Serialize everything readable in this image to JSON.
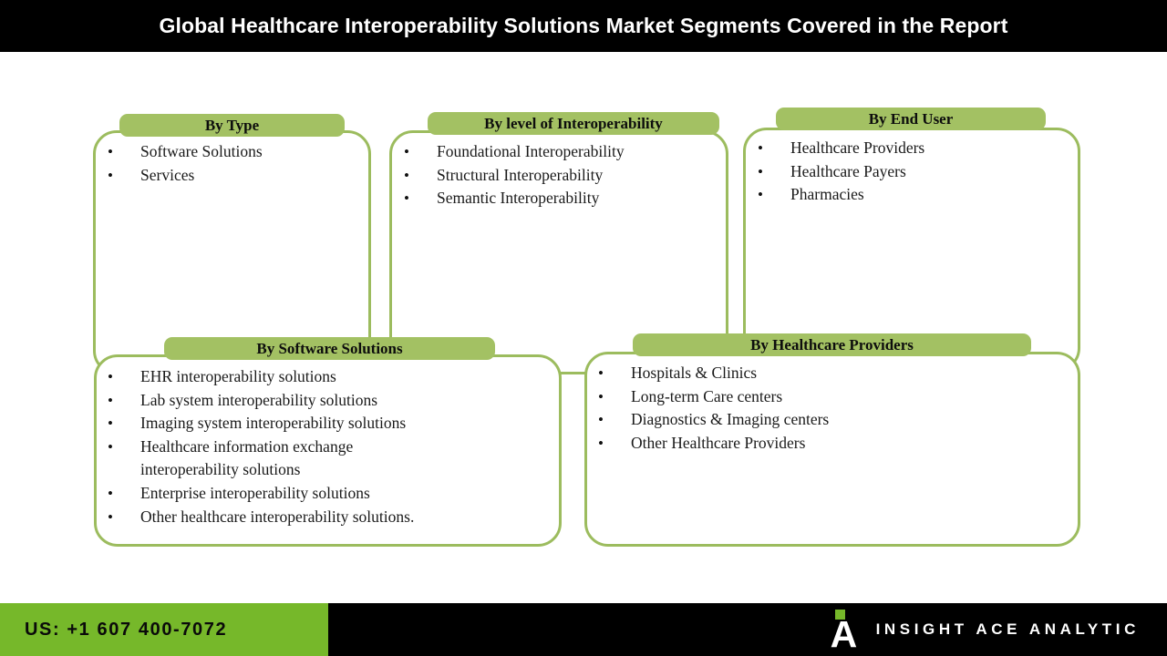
{
  "header": {
    "title": "Global Healthcare Interoperability Solutions Market Segments Covered in the Report"
  },
  "colors": {
    "banner_bg": "#000000",
    "banner_text": "#ffffff",
    "card_border": "#9cbc5e",
    "pill_bg": "#a3c163",
    "pill_text": "#0d0d0d",
    "footer_bg": "#000000",
    "footer_green": "#76b82a",
    "body_text": "#1a1a1a"
  },
  "cards": [
    {
      "id": "by-type",
      "title": "By Type",
      "items": [
        "Software Solutions",
        "Services"
      ]
    },
    {
      "id": "by-level-of-interoperability",
      "title": "By level of Interoperability",
      "items": [
        "Foundational Interoperability",
        "Structural Interoperability",
        "Semantic Interoperability"
      ]
    },
    {
      "id": "by-end-user",
      "title": "By End User",
      "items": [
        "Healthcare Providers",
        "Healthcare Payers",
        "Pharmacies"
      ]
    },
    {
      "id": "by-software-solutions",
      "title": "By Software Solutions",
      "items": [
        "EHR interoperability solutions",
        "Lab system interoperability solutions",
        "Imaging system interoperability solutions",
        "Healthcare information exchange interoperability solutions",
        "Enterprise interoperability solutions",
        "Other healthcare interoperability solutions."
      ]
    },
    {
      "id": "by-healthcare-providers",
      "title": "By Healthcare Providers",
      "items": [
        "Hospitals & Clinics",
        "Long-term Care centers",
        "Diagnostics & Imaging centers",
        "Other Healthcare Providers"
      ]
    }
  ],
  "bullet_glyph": "•",
  "footer": {
    "phone": "US: +1 607 400-7072",
    "brand_letter": "A",
    "brand_name": "INSIGHT ACE ANALYTIC"
  }
}
